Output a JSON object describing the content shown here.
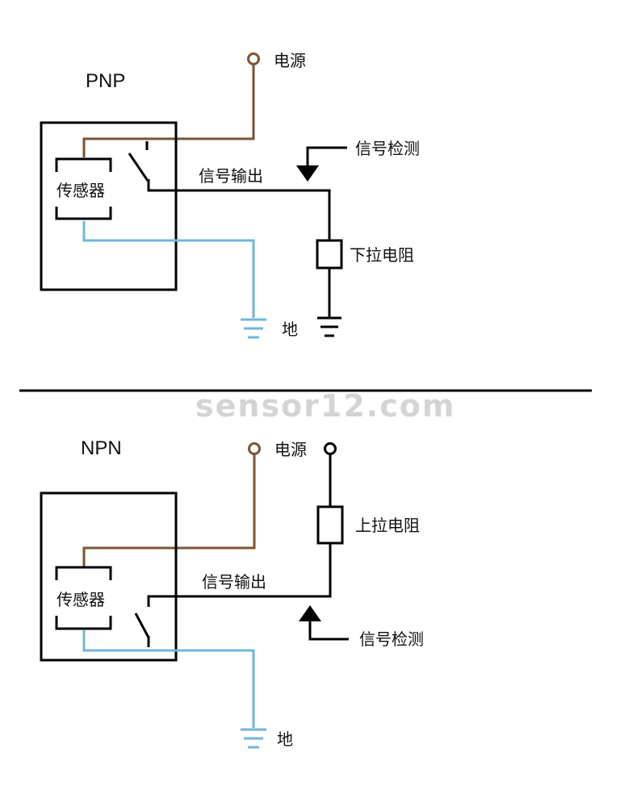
{
  "watermark": "sensor12.com",
  "colors": {
    "power_wire": "#7b5533",
    "ground_wire": "#6fb6dd",
    "signal_wire": "#000000"
  },
  "pnp": {
    "title": "PNP",
    "power_label": "电源",
    "sensor_label": "传感器",
    "signal_output_label": "信号输出",
    "signal_detect_label": "信号检测",
    "resistor_label": "下拉电阻",
    "ground_label": "地"
  },
  "npn": {
    "title": "NPN",
    "power_label": "电源",
    "sensor_label": "传感器",
    "signal_output_label": "信号输出",
    "signal_detect_label": "信号检测",
    "resistor_label": "上拉电阻",
    "ground_label": "地"
  }
}
